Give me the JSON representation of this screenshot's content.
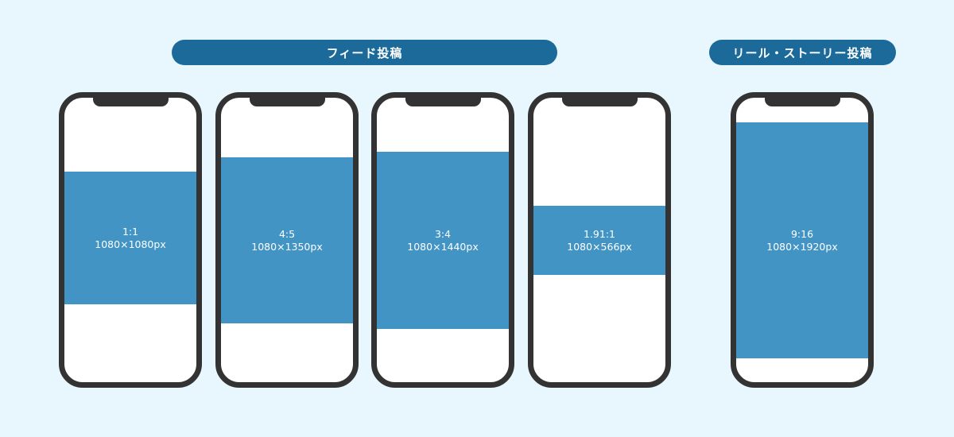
{
  "headers": {
    "feed": "フィード投稿",
    "reel_story": "リール・ストーリー投稿"
  },
  "phones": [
    {
      "ratio": "1:1",
      "size": "1080×1080px"
    },
    {
      "ratio": "4:5",
      "size": "1080×1350px"
    },
    {
      "ratio": "3:4",
      "size": "1080×1440px"
    },
    {
      "ratio": "1.91:1",
      "size": "1080×566px"
    },
    {
      "ratio": "9:16",
      "size": "1080×1920px"
    }
  ],
  "colors": {
    "background": "#e8f6fe",
    "pill": "#1b6a9a",
    "media": "#4294c5",
    "frame": "#333333"
  }
}
